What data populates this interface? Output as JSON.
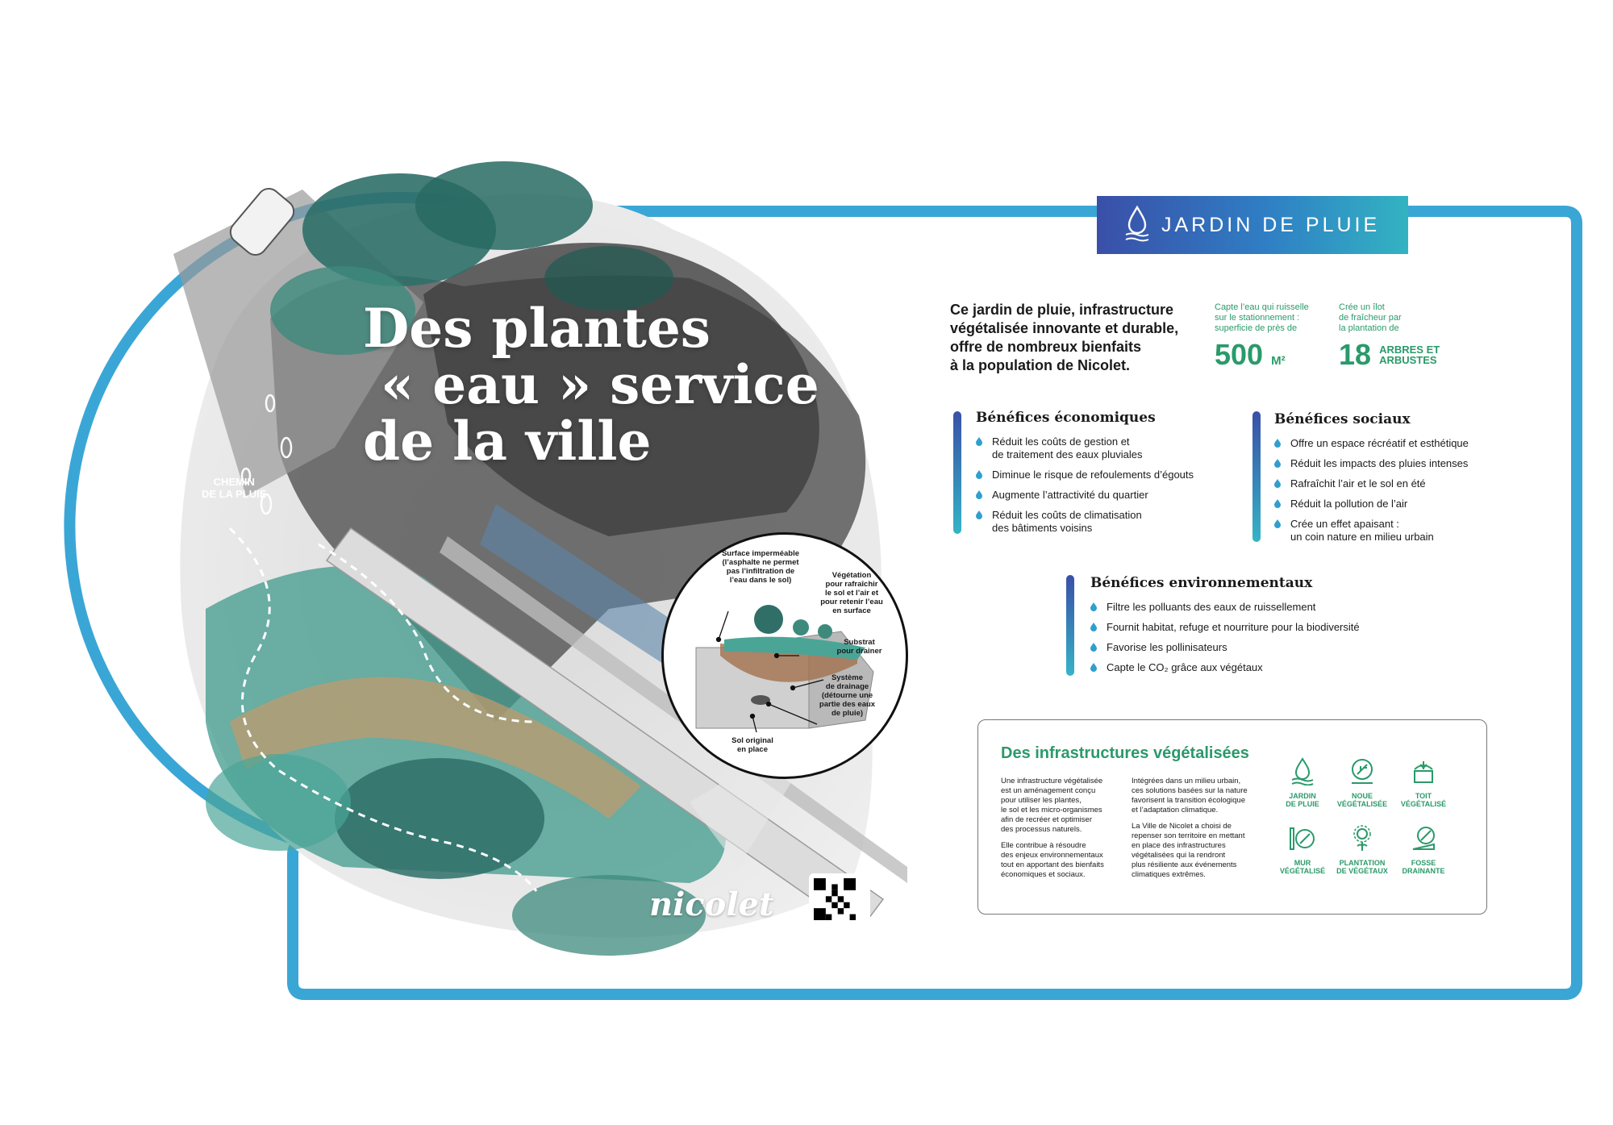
{
  "header": {
    "title": "JARDIN DE PLUIE"
  },
  "hero": {
    "title_lines": [
      "Des plantes",
      "« eau » service",
      "de la ville"
    ],
    "rain_path_label_1": "CHEMIN",
    "rain_path_label_2": "DE LA PLUIE",
    "logo_text": "nicolet"
  },
  "diagram": {
    "labels": {
      "impermeable": [
        "Surface imperméable",
        "(l’asphalte ne permet",
        "pas l’infiltration de",
        "l’eau dans le sol)"
      ],
      "vegetation": [
        "Végétation",
        "pour rafraîchir",
        "le sol et l’air et",
        "pour retenir l’eau",
        "en surface"
      ],
      "substrat": [
        "Substrat",
        "pour drainer"
      ],
      "drainage": [
        "Système",
        "de drainage",
        "(détourne une",
        "partie des eaux",
        "de pluie)"
      ],
      "sol": [
        "Sol original",
        "en place"
      ]
    }
  },
  "intro": {
    "lines": [
      "Ce jardin de pluie, infrastructure",
      "végétalisée innovante et durable,",
      "offre de nombreux bienfaits",
      "à la population de Nicolet."
    ]
  },
  "stats": [
    {
      "caption": [
        "Capte l’eau qui ruisselle",
        "sur le stationnement :",
        "superficie de près de"
      ],
      "value": "500",
      "unit": "M²"
    },
    {
      "caption": [
        "Crée un îlot",
        "de fraîcheur par",
        "la plantation de"
      ],
      "value": "18",
      "unit_lines": [
        "ARBRES ET",
        "ARBUSTES"
      ]
    }
  ],
  "benefits": {
    "economic": {
      "title": "Bénéfices économiques",
      "items": [
        [
          "Réduit les coûts de gestion et",
          "de traitement des eaux pluviales"
        ],
        [
          "Diminue le risque de refoulements d’égouts"
        ],
        [
          "Augmente l’attractivité du quartier"
        ],
        [
          "Réduit les coûts de climatisation",
          "des bâtiments voisins"
        ]
      ]
    },
    "social": {
      "title": "Bénéfices sociaux",
      "items": [
        [
          "Offre un espace récréatif et esthétique"
        ],
        [
          "Réduit les impacts des pluies intenses"
        ],
        [
          "Rafraîchit l’air et le sol en été"
        ],
        [
          "Réduit la pollution de l’air"
        ],
        [
          "Crée un effet apaisant :",
          "un coin nature en milieu urbain"
        ]
      ]
    },
    "environmental": {
      "title": "Bénéfices environnementaux",
      "items": [
        [
          "Filtre les polluants des eaux de ruissellement"
        ],
        [
          "Fournit habitat, refuge et nourriture pour la biodiversité"
        ],
        [
          "Favorise les pollinisateurs"
        ],
        [
          "Capte le CO₂ grâce aux végétaux"
        ]
      ]
    }
  },
  "infra": {
    "title": "Des infrastructures végétalisées",
    "col1": [
      [
        "Une infrastructure végétalisée",
        "est un aménagement conçu",
        "pour utiliser les plantes,",
        "le sol et les micro-organismes",
        "afin de recréer et optimiser",
        "des processus naturels."
      ],
      [
        "Elle contribue à résoudre",
        "des enjeux environnementaux",
        "tout en apportant des bienfaits",
        "économiques et sociaux."
      ]
    ],
    "col2": [
      [
        "Intégrées dans un milieu urbain,",
        "ces solutions basées sur la nature",
        "favorisent la transition écologique",
        "et l’adaptation climatique."
      ],
      [
        "La Ville de Nicolet a choisi de",
        "repenser son territoire en mettant",
        "en place des infrastructures",
        "végétalisées qui la rendront",
        "plus résiliente aux événements",
        "climatiques extrêmes."
      ]
    ],
    "icons": [
      {
        "icon": "rain-garden-icon",
        "label": [
          "JARDIN",
          "DE PLUIE"
        ]
      },
      {
        "icon": "green-alley-icon",
        "label": [
          "NOUE",
          "VÉGÉTALISÉE"
        ]
      },
      {
        "icon": "green-roof-icon",
        "label": [
          "TOIT",
          "VÉGÉTALISÉ"
        ]
      },
      {
        "icon": "green-wall-icon",
        "label": [
          "MUR",
          "VÉGÉTALISÉ"
        ]
      },
      {
        "icon": "plantation-icon",
        "label": [
          "PLANTATION",
          "DE VÉGÉTAUX"
        ]
      },
      {
        "icon": "drainage-ditch-icon",
        "label": [
          "FOSSE",
          "DRAINANTE"
        ]
      }
    ]
  },
  "colors": {
    "frame": "#3aa6d6",
    "green": "#2a9a6a",
    "navy": "#3a4fa8"
  }
}
